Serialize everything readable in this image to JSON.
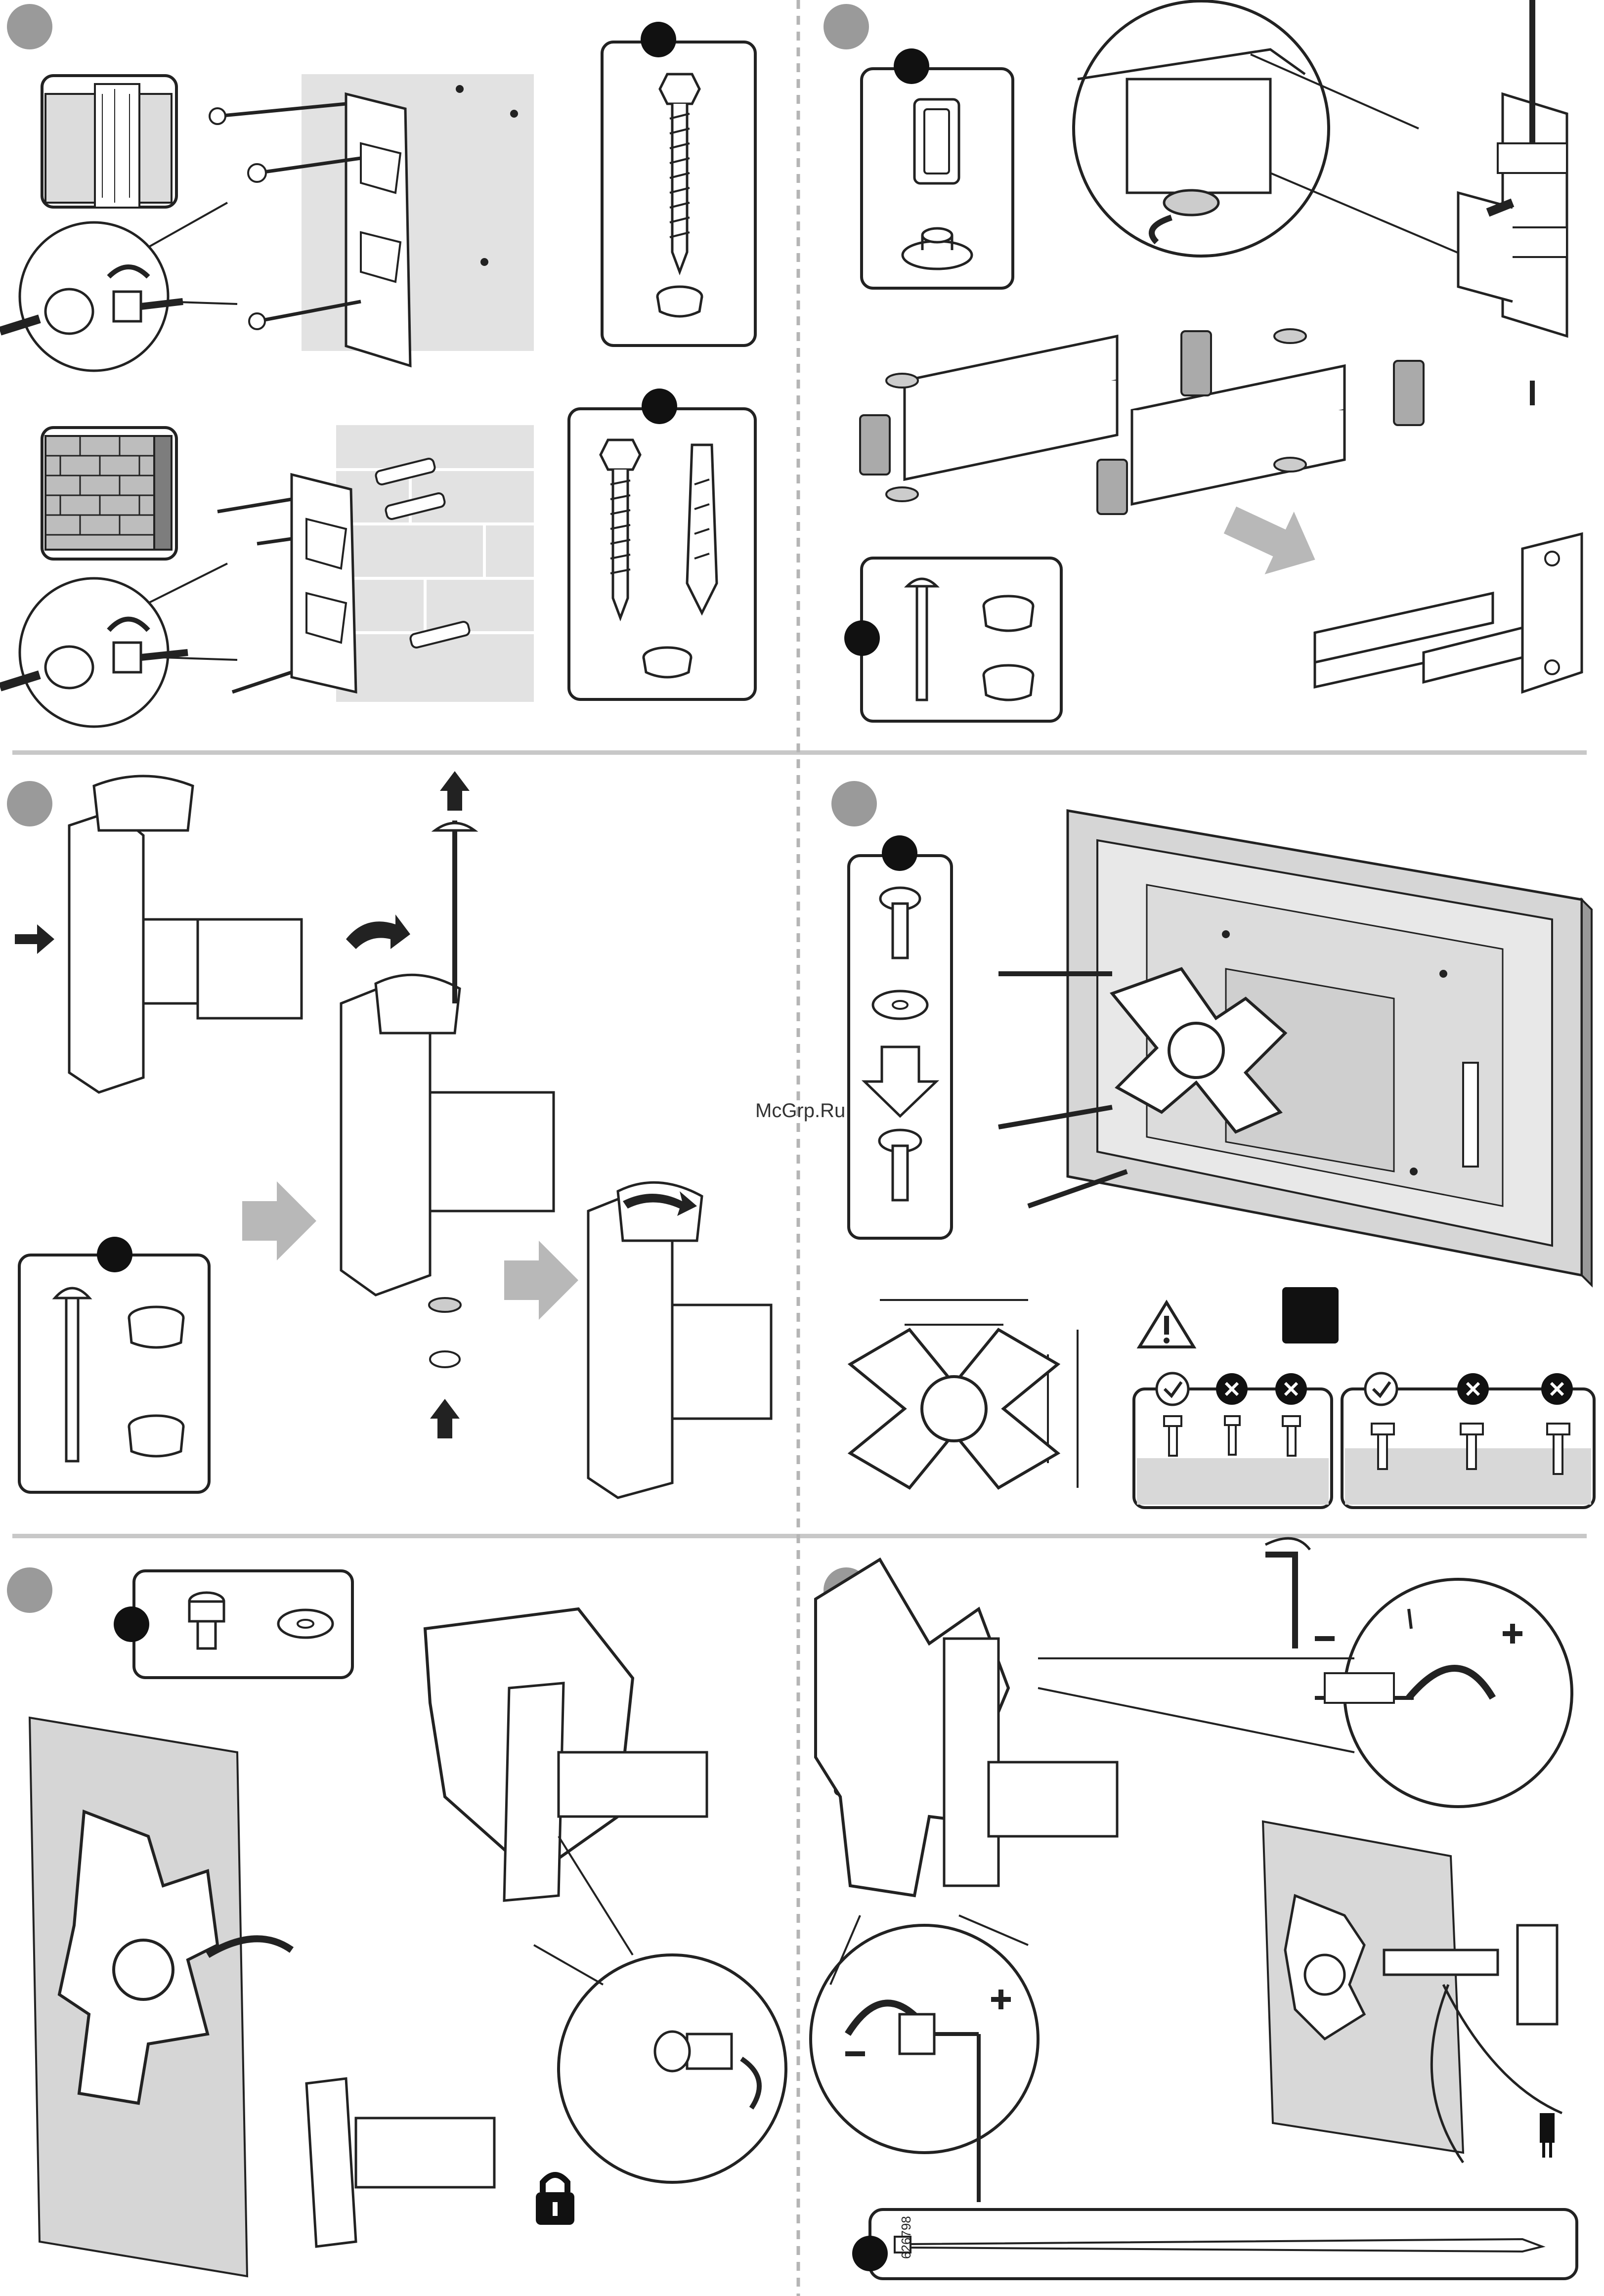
{
  "document": {
    "type": "assembly-instructions",
    "watermark": "McGrp.Ru",
    "article_number": "626798"
  },
  "steps": [
    {
      "id": 1,
      "section": "wall-bracket-mounting",
      "variants": [
        "wood-wall",
        "brick-wall"
      ]
    },
    {
      "id": 2,
      "section": "arm-assembly"
    },
    {
      "id": 3,
      "section": "wall-bracket-to-arm"
    },
    {
      "id": 4,
      "section": "vesa-plate-to-tv"
    },
    {
      "id": 5,
      "section": "tv-to-arm"
    },
    {
      "id": 6,
      "section": "tilt-adjustment-and-cable-management"
    }
  ],
  "icons": [
    "warning-icon",
    "check-icon",
    "cross-icon",
    "padlock-icon",
    "arrow-icon",
    "hex-key-icon",
    "cable-tie-icon",
    "plug-icon"
  ],
  "colors": {
    "line": "#222222",
    "step_badge": "#9a9a9a",
    "kit_badge": "#111111",
    "wall": "#e0e0e0",
    "separator": "#c8c8c8"
  }
}
